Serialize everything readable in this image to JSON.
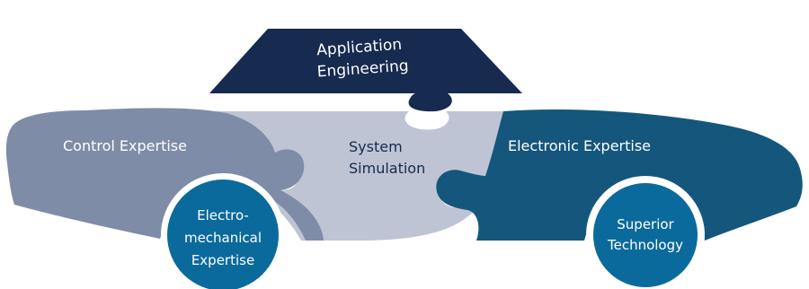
{
  "colors": {
    "control_piece": "#7f8ca7",
    "simulation_piece": "#bec4d3",
    "electronic_piece": "#15577c",
    "roof_piece": "#172a4f",
    "wheel": "#0b6a9c",
    "wheel_ring": "#ffffff",
    "text_light": "#ffffff",
    "text_dark": "#152a4d"
  },
  "labels": {
    "application_line1": "Application",
    "application_line2": "Engineering",
    "control": "Control Expertise",
    "simulation_line1": "System",
    "simulation_line2": "Simulation",
    "electronic": "Electronic Expertise",
    "electromech_line1": "Electro-",
    "electromech_line2": "mechanical",
    "electromech_line3": "Expertise",
    "superior_line1": "Superior",
    "superior_line2": "Technology"
  }
}
